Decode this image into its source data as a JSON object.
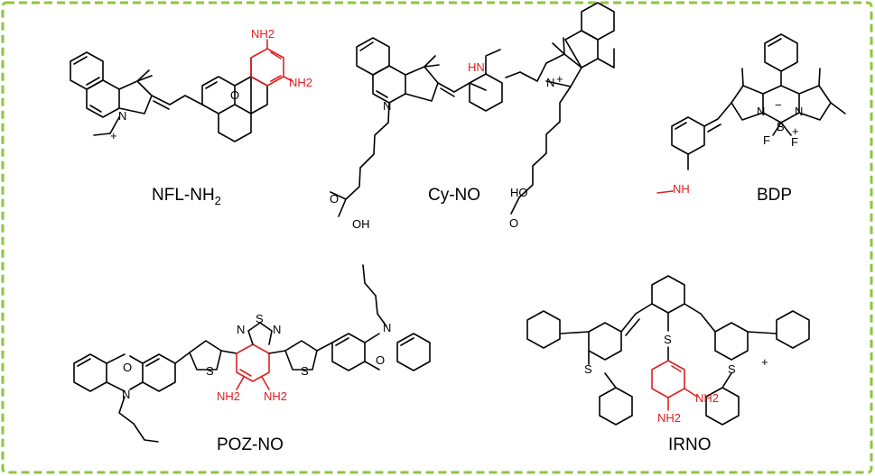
{
  "frame_color": "#8dc63f",
  "highlight_color": "#e02020",
  "molecules": {
    "nfl": {
      "name": "NFL-NH",
      "sub": "2",
      "labels": {
        "n_plus": "+",
        "n": "N",
        "o": "O",
        "nh2_a": "NH2",
        "nh2_b": "NH2"
      }
    },
    "cy": {
      "name": "Cy-NO",
      "labels": {
        "hn": "HN",
        "n_left": "N",
        "n_right": "N",
        "plus": "+",
        "oh_left": "OH",
        "o_left": "O",
        "ho_right": "HO",
        "o_right": "O"
      }
    },
    "bdp": {
      "name": "BDP",
      "labels": {
        "n_left": "N",
        "n_right": "N",
        "b": "B",
        "minus": "−",
        "plus": "+",
        "f1": "F",
        "f2": "F",
        "nh": "NH"
      }
    },
    "poz": {
      "name": "POZ-NO",
      "labels": {
        "o_left": "O",
        "n_left": "N",
        "s_left": "S",
        "s_top": "S",
        "n_top_left": "N",
        "n_top_right": "N",
        "s_right": "S",
        "o_right": "O",
        "n_right": "N",
        "nh2_a": "NH2",
        "nh2_b": "NH2"
      }
    },
    "irno": {
      "name": "IRNO",
      "labels": {
        "s_left": "S",
        "s_mid": "S",
        "s_right": "S",
        "plus": "+",
        "nh2_a": "NH2",
        "nh2_b": "NH2"
      }
    }
  }
}
